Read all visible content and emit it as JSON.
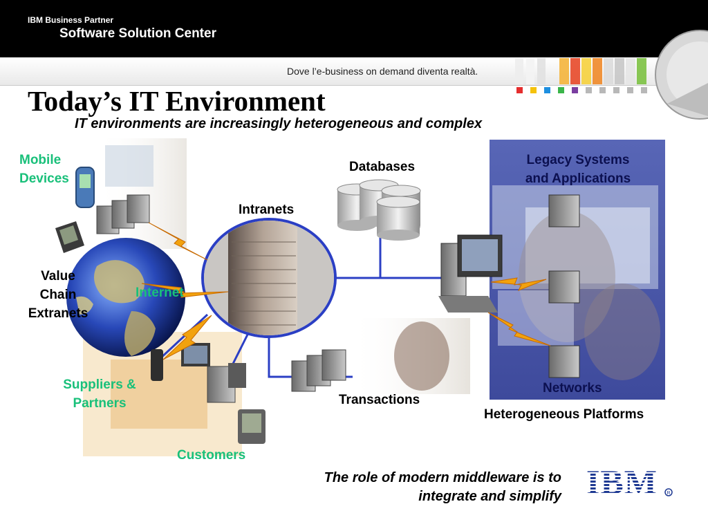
{
  "header": {
    "line1": "IBM Business Partner",
    "line2": "Software Solution Center",
    "tagline": "Dove l’e-business on demand diventa realtà."
  },
  "slide": {
    "title": "Today’s IT Environment",
    "subtitle": "IT environments are increasingly heterogeneous and complex"
  },
  "labels": {
    "mobile_devices": [
      "Mobile",
      "Devices"
    ],
    "value_chain": [
      "Value",
      "Chain",
      "Extranets"
    ],
    "internet": "Internet",
    "suppliers": [
      "Suppliers &",
      "Partners"
    ],
    "customers": "Customers",
    "intranets": "Intranets",
    "databases": "Databases",
    "transactions": "Transactions",
    "legacy": [
      "Legacy Systems",
      "and Applications"
    ],
    "networks": "Networks",
    "heterogeneous": "Heterogeneous Platforms"
  },
  "footer": {
    "lines": [
      "The role of modern middleware is to",
      "integrate and simplify"
    ],
    "logo_text": "IBM"
  },
  "colors": {
    "accent_green": "#19c07a",
    "navy": "#0c1050",
    "panel_blue": "#4a58a8",
    "connector_blue": "#2b3fc4",
    "lightning": "#f2a20e",
    "ibm_blue": "#1f3a93"
  }
}
